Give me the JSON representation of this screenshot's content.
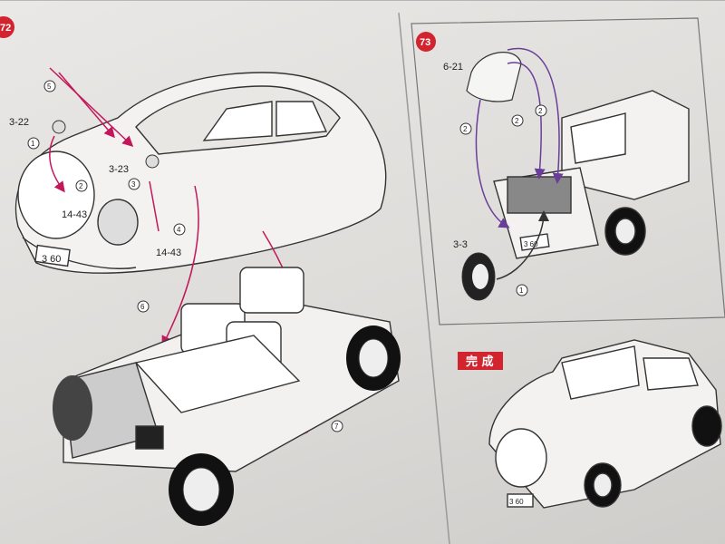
{
  "steps": [
    {
      "number": "72",
      "parts": [
        "3-22",
        "3-23",
        "14-43",
        "14-43"
      ],
      "sub_steps": [
        "1",
        "2",
        "3",
        "4",
        "5",
        "6",
        "7"
      ]
    },
    {
      "number": "73",
      "parts": [
        "6-21",
        "3-3"
      ],
      "sub_steps": [
        "2",
        "2",
        "2",
        "1"
      ]
    }
  ],
  "complete_label": "完 成",
  "plate_text": "3 60",
  "colors": {
    "badge": "#d2242f",
    "arrow_magenta": "#c2185b",
    "arrow_purple": "#6a3d9a",
    "line": "#333333"
  }
}
